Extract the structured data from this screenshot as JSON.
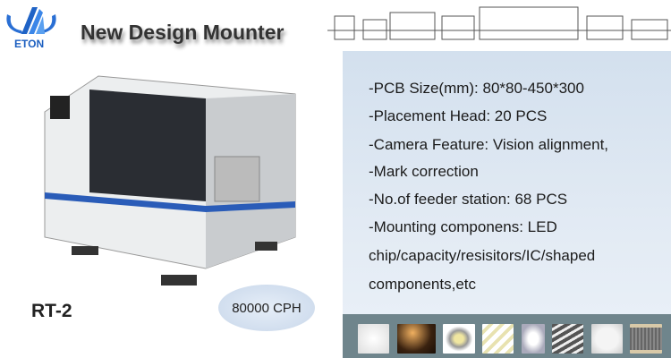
{
  "brand": {
    "name": "ETON",
    "color": "#1c5fc0"
  },
  "title": "New Design Mounter",
  "model": "RT-2",
  "speed_badge": "80000 CPH",
  "specs": [
    "-PCB Size(mm): 80*80-450*300",
    "-Placement Head: 20 PCS",
    "-Camera Feature: Vision alignment,",
    "-Mark correction",
    "-No.of feeder station: 68 PCS",
    "-Mounting componens: LED",
    "chip/capacity/resisitors/IC/shaped",
    "components,etc"
  ],
  "thumbnails": [
    "led-bulbs",
    "street-light",
    "downlight",
    "led-tubes",
    "ceiling-light",
    "panel-lights",
    "led-module",
    "led-strip-panel"
  ]
}
